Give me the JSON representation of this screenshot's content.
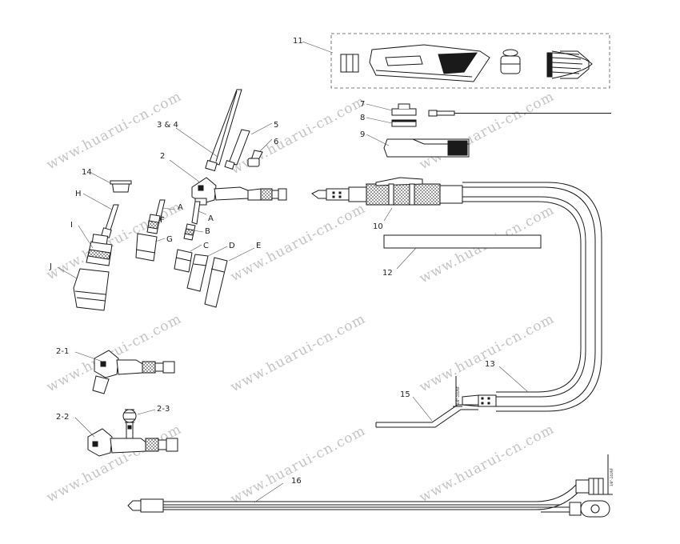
{
  "labels": {
    "l11": "11",
    "l7": "7",
    "l8": "8",
    "l9": "9",
    "l10": "10",
    "l12": "12",
    "l13": "13",
    "l15": "15",
    "l16": "16",
    "l34": "3 & 4",
    "l5": "5",
    "l6": "6",
    "l2": "2",
    "l14": "14",
    "lH": "H",
    "lI": "I",
    "lJ": "J",
    "lA1": "A",
    "lA2": "A",
    "lF": "F",
    "lB": "B",
    "lG": "G",
    "lC": "C",
    "lD": "D",
    "lE": "E",
    "l21": "2-1",
    "l22": "2-2",
    "l23": "2-3"
  },
  "dimension_notes": {
    "d1": "3/8\"-24UNF",
    "d2": "3/8\"-24UNF"
  },
  "watermark": "www.huarui-cn.com"
}
